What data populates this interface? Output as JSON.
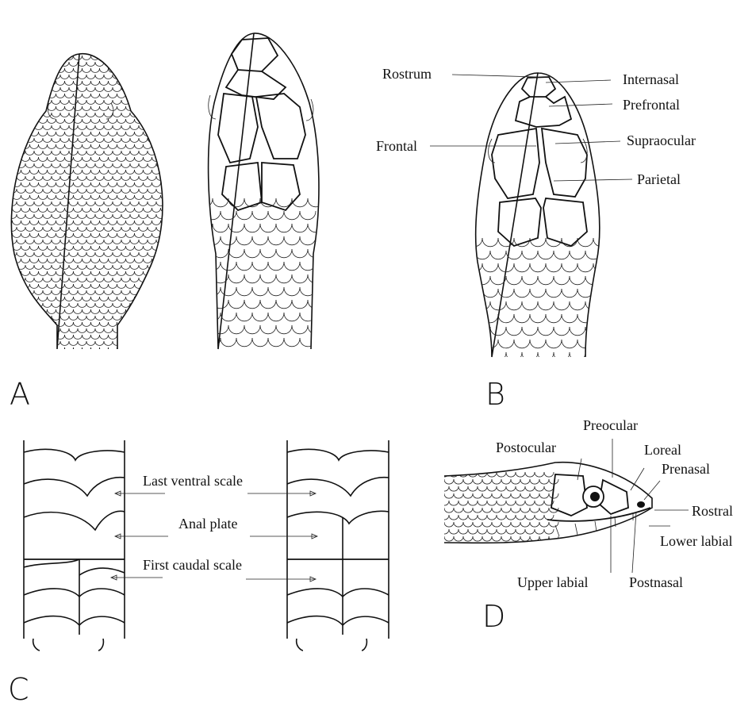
{
  "panels": {
    "a": {
      "letter": "A"
    },
    "b": {
      "letter": "B",
      "labels": {
        "rostrum": "Rostrum",
        "internasal": "Internasal",
        "prefrontal": "Prefrontal",
        "frontal": "Frontal",
        "supraocular": "Supraocular",
        "parietal": "Parietal"
      }
    },
    "c": {
      "letter": "C",
      "labels": {
        "last_ventral": "Last ventral scale",
        "anal_plate": "Anal plate",
        "first_caudal": "First caudal scale"
      }
    },
    "d": {
      "letter": "D",
      "labels": {
        "preocular": "Preocular",
        "postocular": "Postocular",
        "loreal": "Loreal",
        "prenasal": "Prenasal",
        "rostral": "Rostral",
        "lower_labial": "Lower labial",
        "upper_labial": "Upper labial",
        "postnasal": "Postnasal"
      }
    }
  }
}
